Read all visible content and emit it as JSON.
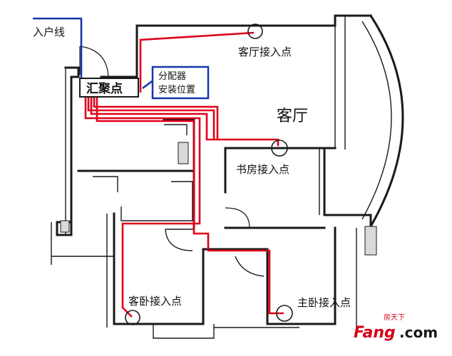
{
  "labels": {
    "incoming_line": "入户线",
    "hub": "汇聚点",
    "splitter_line1": "分配器",
    "splitter_line2": "安装位置",
    "living_room": "客厅",
    "living_room_point": "客厅接入点",
    "study_point": "书房接入点",
    "guest_bedroom_point": "客卧接入点",
    "master_bedroom_point": "主卧接入点"
  },
  "watermark": {
    "brand": "Fang",
    "domain_suffix": ".com",
    "chinese": "房天下"
  },
  "colors": {
    "cable": "#e0001b",
    "incoming": "#1537a8",
    "brand_red": "#d4001a",
    "wall": "#1a1a1a"
  }
}
